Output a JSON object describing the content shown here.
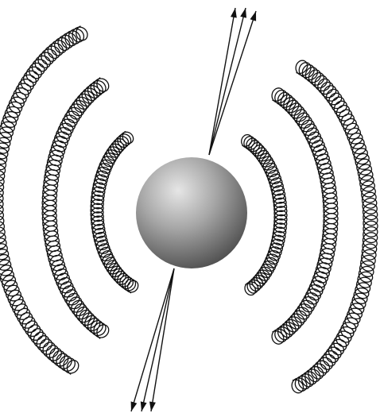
{
  "figure": {
    "subject": "sphere",
    "arrow_count_top": 3,
    "arrow_count_bottom": 3,
    "coil_count": 6,
    "colors": {
      "background": "#ffffff",
      "line": "#111111",
      "sphere_highlight": "#e6e6e6",
      "sphere_mid": "#a7a7a7",
      "sphere_shadow": "#4d4d4d"
    }
  }
}
